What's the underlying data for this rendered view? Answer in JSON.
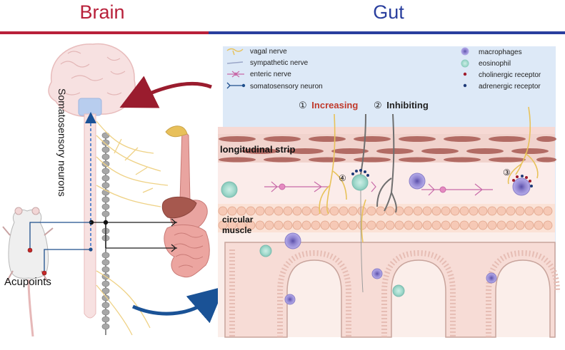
{
  "headers": {
    "brain": "Brain",
    "gut": "Gut"
  },
  "labels": {
    "somatosensory_neurons": "Somatosensory neurons",
    "acupoints": "Acupoints",
    "longitudinal_strip": "longitudinal strip",
    "circular_muscle_1": "circular",
    "circular_muscle_2": "muscle"
  },
  "legend": {
    "left": [
      {
        "name": "vagal nerve",
        "color": "#e8c25a"
      },
      {
        "name": "sympathetic nerve",
        "color": "#9aa6c8"
      },
      {
        "name": "enteric nerve",
        "color": "#c86aa8"
      },
      {
        "name": "somatosensory neuron",
        "color": "#1e4f8c"
      }
    ],
    "right": [
      {
        "name": "macrophages",
        "color": "#9c8fd6"
      },
      {
        "name": "eosinophil",
        "color": "#a8e0d8"
      },
      {
        "name": "cholinergic receptor",
        "color": "#a01c2c"
      },
      {
        "name": "adrenergic receptor",
        "color": "#1e3a78"
      }
    ]
  },
  "annotations": {
    "increasing_num": "①",
    "increasing": "Increasing",
    "inhibiting_num": "②",
    "inhibiting": "Inhibiting",
    "marker3": "③",
    "marker4": "④"
  },
  "colors": {
    "brain_header": "#b8203a",
    "gut_header": "#2a3f9e",
    "increasing": "#c0392b",
    "gut_panel": "#dde9f7",
    "arrow_red": "#9a1c2e",
    "arrow_blue": "#1a5296"
  }
}
